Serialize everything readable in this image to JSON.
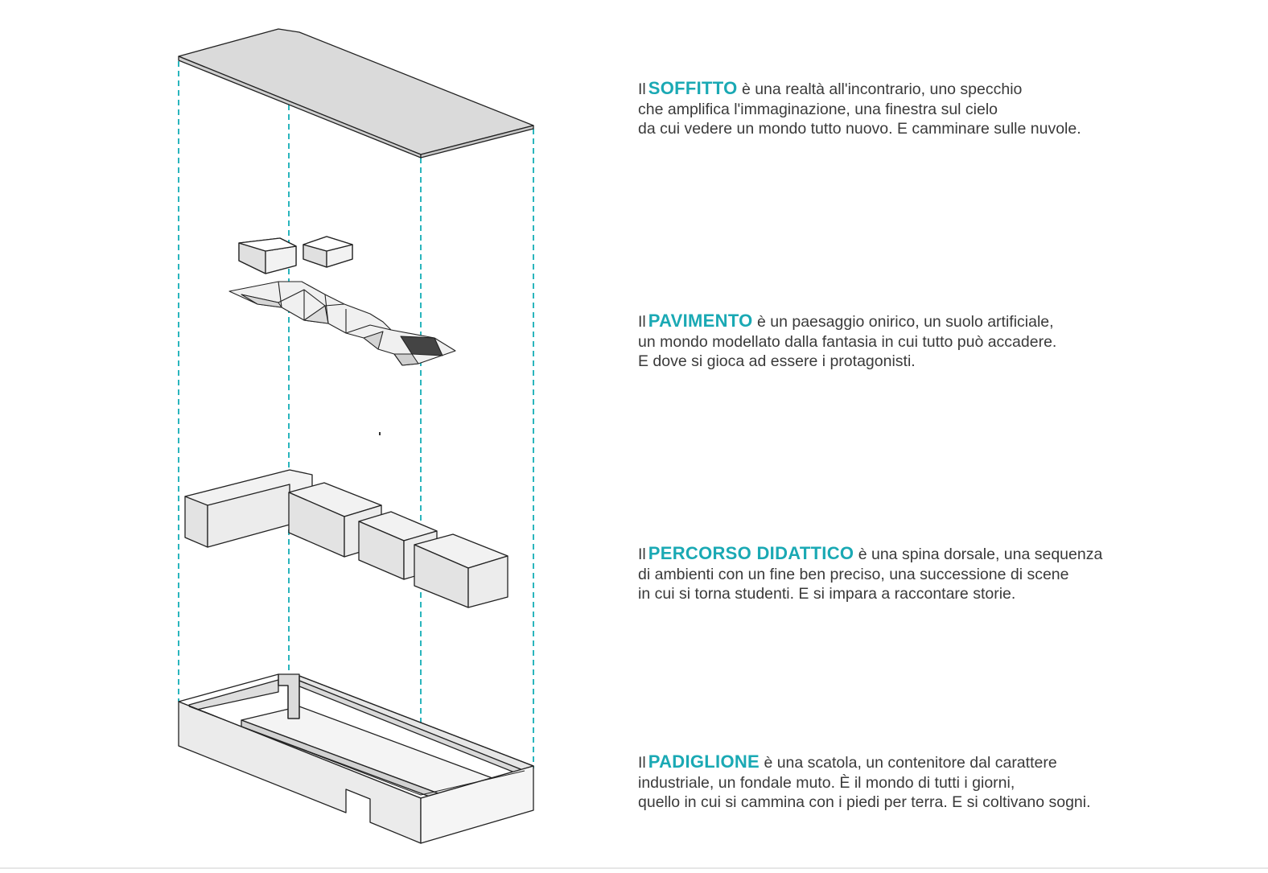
{
  "layers": [
    {
      "id": "soffitto",
      "lead": "Il",
      "keyword": "SOFFITTO",
      "first_rest": "è una realtà all'incontrario, uno specchio",
      "line2": "che amplifica l'immaginazione, una finestra sul cielo",
      "line3": "da cui vedere un mondo tutto nuovo. E camminare sulle nuvole."
    },
    {
      "id": "pavimento",
      "lead": "Il",
      "keyword": "PAVIMENTO",
      "first_rest": "è un paesaggio onirico, un suolo artificiale,",
      "line2": "un mondo modellato dalla fantasia in cui tutto può accadere.",
      "line3": "E dove si gioca ad essere i protagonisti."
    },
    {
      "id": "percorso",
      "lead": "Il",
      "keyword": "PERCORSO DIDATTICO",
      "first_rest": "è una spina dorsale, una sequenza",
      "line2": "di ambienti con un fine ben preciso, una successione di scene",
      "line3": "in cui si torna studenti. E si impara a raccontare storie."
    },
    {
      "id": "padiglione",
      "lead": "Il",
      "keyword": "PADIGLIONE",
      "first_rest": "è una scatola, un contenitore dal carattere",
      "line2": "industriale, un fondale muto. È il mondo di tutti i giorni,",
      "line3": "quello in cui si cammina con i piedi per terra. E si coltivano sogni."
    }
  ],
  "colors": {
    "accent": "#1aa9b4",
    "text": "#3a3a3a",
    "guide_lines": "#2ab5bd",
    "ceiling_fill": "#dadada",
    "volume_top": "#f2f2f2",
    "volume_side": "#e3e3e3",
    "volume_front": "#ececec",
    "outline": "#222222"
  }
}
